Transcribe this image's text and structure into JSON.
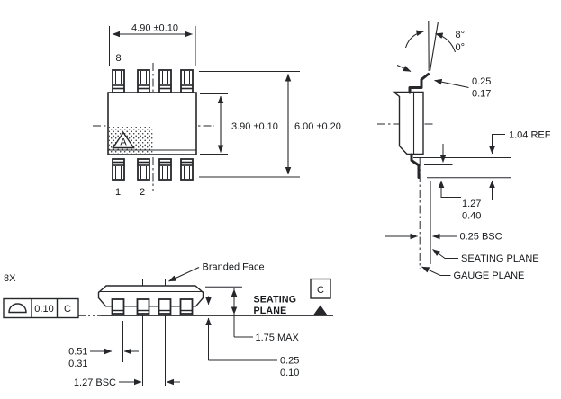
{
  "title": "SOIC-8 package outline drawing",
  "colors": {
    "line": "#25272a",
    "background": "#ffffff"
  },
  "top_view": {
    "dim_width": "4.90 ±0.10",
    "dim_body_width": "3.90 ±0.10",
    "dim_lead_span": "6.00 ±0.20",
    "pin8": "8",
    "pin1": "1",
    "pin2": "2",
    "marker": "A"
  },
  "end_view": {
    "angle_max": "8°",
    "angle_min": "0°",
    "lead_thk_max": "0.25",
    "lead_thk_min": "0.17",
    "lead_len_ref": "1.04 REF",
    "foot_max": "1.27",
    "foot_min": "0.40",
    "gauge_offset": "0.25 BSC",
    "seating_plane": "SEATING PLANE",
    "gauge_plane": "GAUGE PLANE"
  },
  "side_view": {
    "branded_face": "Branded Face",
    "qty": "8X",
    "tolerance": "0.10",
    "datum_ref": "C",
    "datum": "C",
    "seating1": "SEATING",
    "seating2": "PLANE",
    "height_max": "1.75 MAX",
    "standoff_max": "0.25",
    "standoff_min": "0.10",
    "lead_w_max": "0.51",
    "lead_w_min": "0.31",
    "pitch": "1.27 BSC"
  }
}
